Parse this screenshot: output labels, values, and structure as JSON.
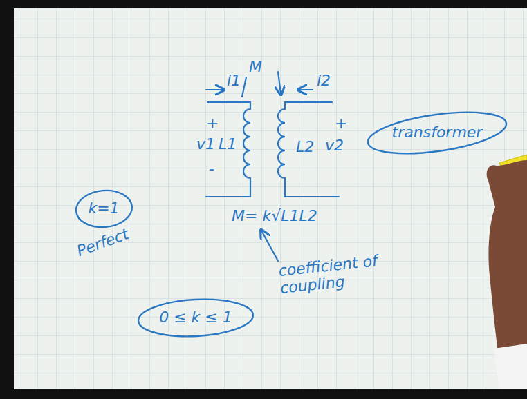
{
  "diagram": {
    "nodes": [
      {
        "text": [
          "transformer"
        ]
      },
      {
        "text": [
          "k=1"
        ]
      },
      {
        "text": [
          "0 ≤ k ≤ 1"
        ]
      }
    ],
    "labels": [
      "i1",
      "M",
      "i2",
      "+",
      "v1",
      "L1",
      "-",
      "L2",
      "v2",
      "+",
      "M= k√L1L2",
      "coefficient of coupling",
      "Perfect"
    ]
  }
}
